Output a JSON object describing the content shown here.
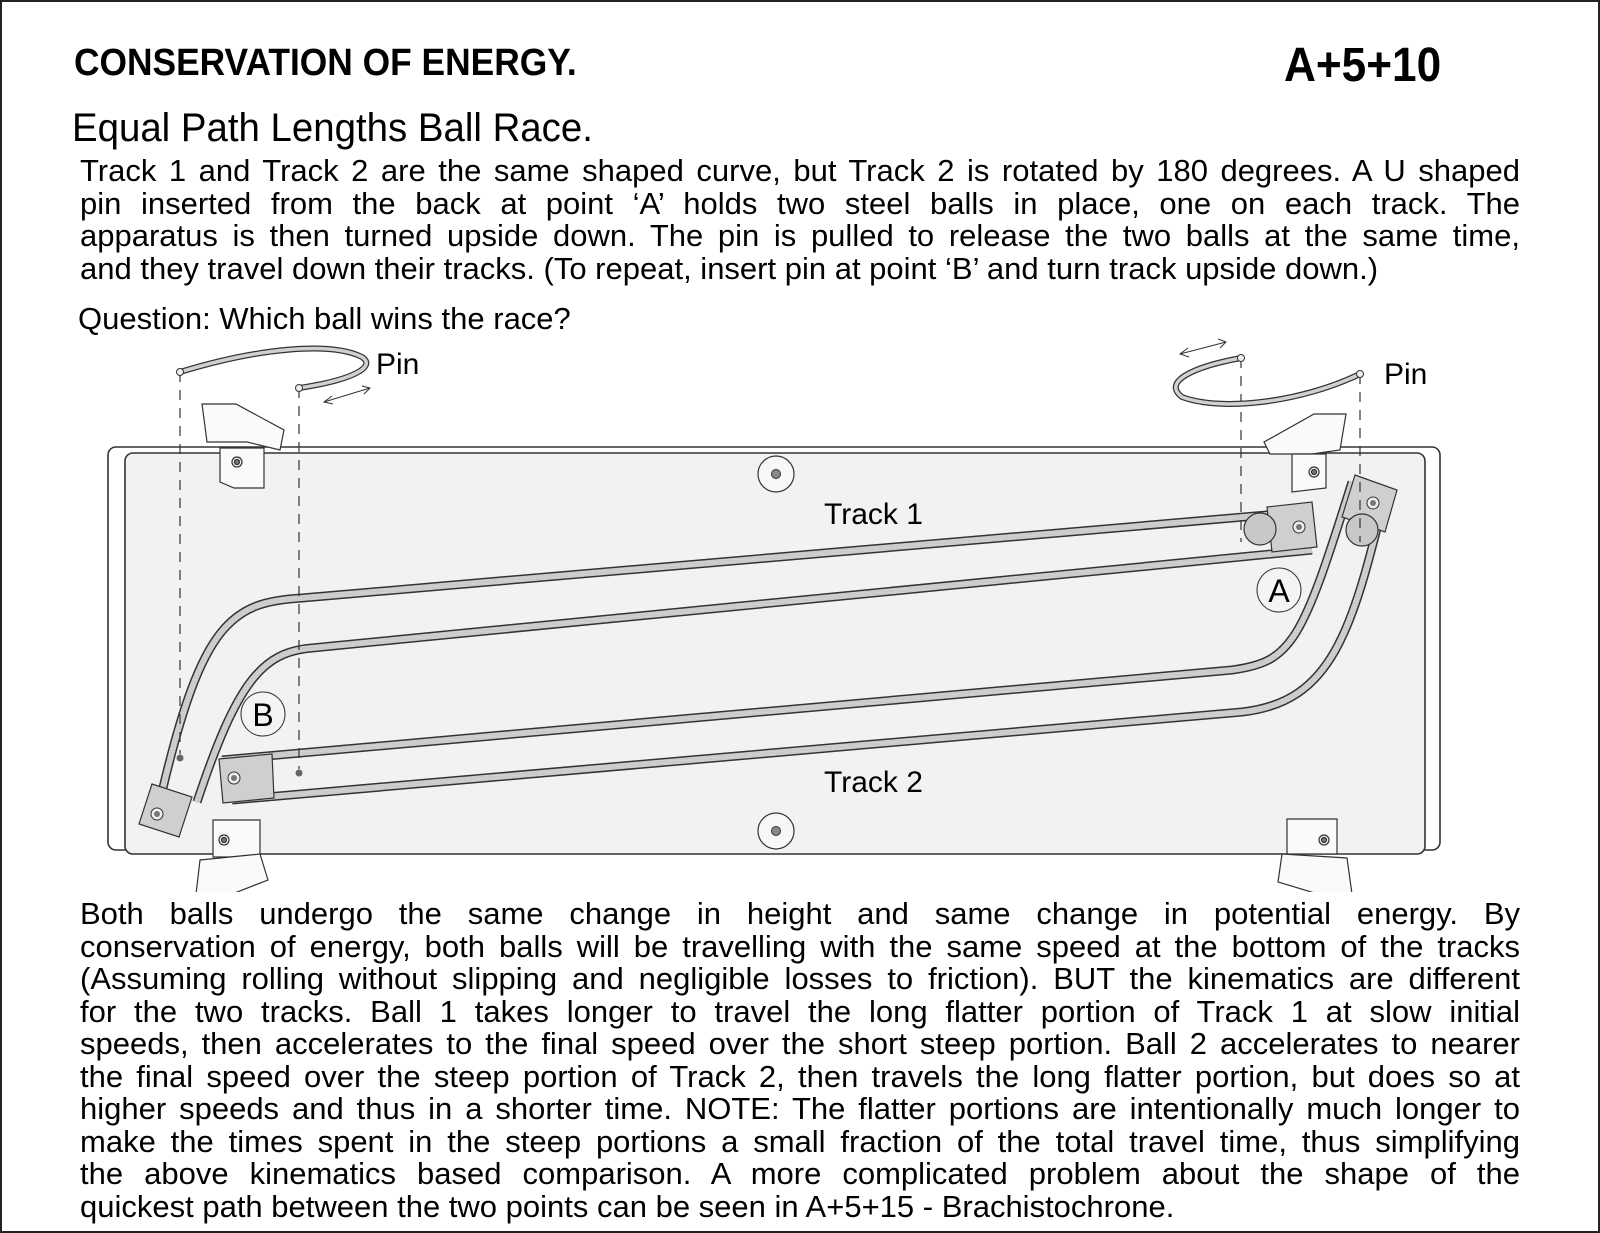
{
  "header": {
    "title": "CONSERVATION OF ENERGY.",
    "code": "A+5+10",
    "subtitle": "Equal Path Lengths Ball Race."
  },
  "intro": {
    "lines": [
      "Track 1 and Track 2 are the same shaped curve, but Track 2 is rotated by 180 degrees. A U shaped",
      "pin inserted from the back at point ‘A’ holds two steel balls in place, one on each track. The",
      "apparatus is then turned upside down. The pin is pulled to release the two balls at the same time,",
      "and they travel down their tracks. (To repeat, insert pin at point ‘B’ and turn track upside down.)"
    ]
  },
  "question": "Question: Which ball wins the race?",
  "diagram": {
    "pin_left_label": "Pin",
    "pin_right_label": "Pin",
    "track1_label": "Track 1",
    "track2_label": "Track 2",
    "point_a_label": "A",
    "point_b_label": "B",
    "colors": {
      "board_fill": "#f2f2f2",
      "outline": "#333333",
      "track_fill": "#d6d6d6",
      "ball_fill": "#c8c8c8"
    }
  },
  "explanation": {
    "lines": [
      "Both balls undergo the same change in height and same change in potential energy.  By",
      "conservation of energy, both balls will be travelling with the same speed at the bottom of the tracks",
      "(Assuming rolling without slipping and negligible losses to friction).  BUT the kinematics are different",
      "for the two tracks.  Ball 1 takes longer to travel the long flatter portion of Track 1 at slow initial",
      "speeds, then accelerates to the final speed over the short steep portion. Ball 2 accelerates to nearer",
      "the final speed over the steep portion of Track 2, then travels the long flatter portion, but does so at",
      "higher speeds and thus in a shorter time. NOTE: The flatter portions are intentionally much longer to",
      "make the times spent in the steep portions a small fraction of the total travel time, thus simplifying",
      "the above kinematics based comparison. A more complicated problem about the shape of the",
      "quickest path between the two points can be seen in A+5+15 - Brachistochrone."
    ]
  }
}
